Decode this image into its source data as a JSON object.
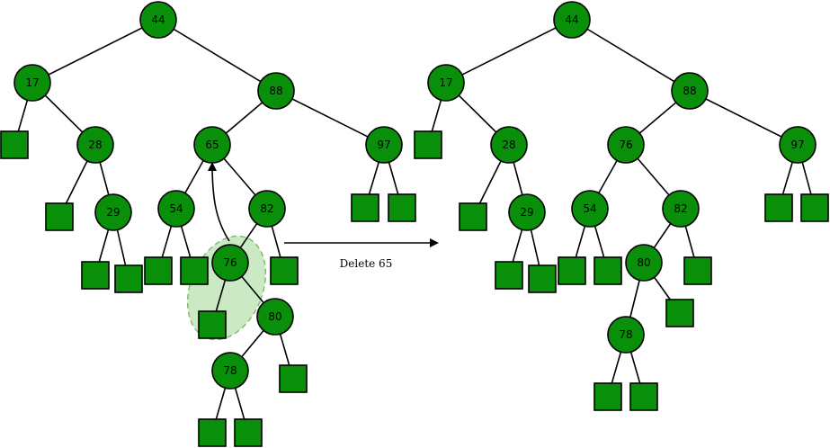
{
  "colors": {
    "node_fill": "#0a8f0a",
    "edge": "#000000",
    "highlight_fill": "#b9e3b0",
    "highlight_stroke": "#7cb870"
  },
  "operation": {
    "label": "Delete 65"
  },
  "before": {
    "nodes": [
      {
        "key": "44"
      },
      {
        "key": "17"
      },
      {
        "key": "88"
      },
      {
        "key": "28"
      },
      {
        "key": "29"
      },
      {
        "key": "65"
      },
      {
        "key": "97"
      },
      {
        "key": "54"
      },
      {
        "key": "82"
      },
      {
        "key": "76"
      },
      {
        "key": "80"
      },
      {
        "key": "78"
      }
    ],
    "highlighted_node": "76",
    "replacement_for": "65"
  },
  "after": {
    "nodes": [
      {
        "key": "44"
      },
      {
        "key": "17"
      },
      {
        "key": "88"
      },
      {
        "key": "28"
      },
      {
        "key": "29"
      },
      {
        "key": "76"
      },
      {
        "key": "97"
      },
      {
        "key": "54"
      },
      {
        "key": "82"
      },
      {
        "key": "80"
      },
      {
        "key": "78"
      }
    ]
  }
}
